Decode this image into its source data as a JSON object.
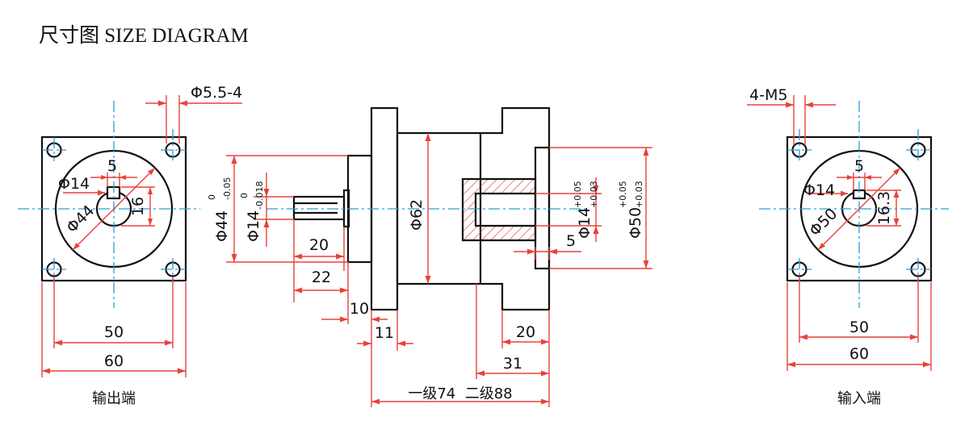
{
  "title": "尺寸图 SIZE DIAGRAM",
  "output_view": {
    "caption": "输出端",
    "hole_callout": "Φ5.5-4",
    "key_width": "5",
    "shaft_dia": "Φ14",
    "key_height": "16",
    "pilot_dia": "Φ44",
    "bolt_pitch": "50",
    "flange_width": "60"
  },
  "side_view": {
    "pilot_dia": "Φ44",
    "pilot_tol_upper": "0",
    "pilot_tol_lower": "-0.05",
    "shaft_dia": "Φ14",
    "shaft_tol_upper": "0",
    "shaft_tol_lower": "-0.018",
    "body_dia": "Φ62",
    "bore_dia": "Φ14",
    "bore_tol_upper": "+0.05",
    "bore_tol_lower": "+0.03",
    "input_pilot_dia": "Φ50",
    "input_pilot_tol_upper": "+0.05",
    "input_pilot_tol_lower": "+0.03",
    "key_length": "20",
    "shaft_length": "22",
    "pilot_length": "10",
    "flange_thickness": "11",
    "bore_offset": "5",
    "input_depth": "20",
    "input_length": "31",
    "total_length": "一级74  二级88"
  },
  "input_view": {
    "caption": "输入端",
    "hole_callout": "4-M5",
    "key_width": "5",
    "bore_dia": "Φ14",
    "key_height": "16.3",
    "pilot_dia": "Φ50",
    "bolt_pitch": "50",
    "flange_width": "60"
  }
}
